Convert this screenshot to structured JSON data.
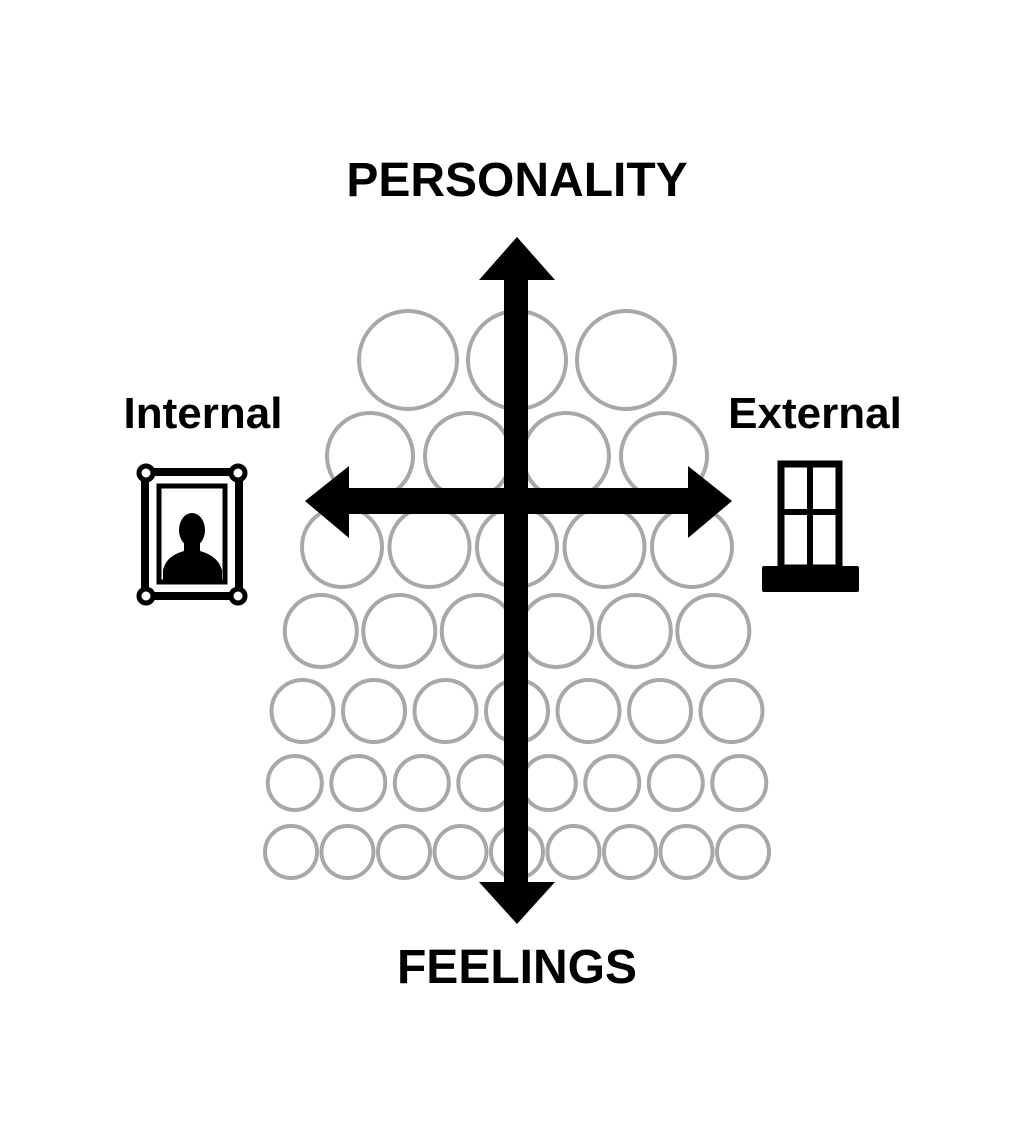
{
  "labels": {
    "top": "PERSONALITY",
    "bottom": "FEELINGS",
    "left": "Internal",
    "right": "External"
  },
  "icons": {
    "left": "portrait-frame-icon",
    "right": "window-icon"
  },
  "colors": {
    "axis": "#000000",
    "circle_stroke": "#a8a8a8",
    "background": "#ffffff"
  },
  "circle_rows": [
    3,
    4,
    5,
    6,
    7,
    8,
    9
  ]
}
